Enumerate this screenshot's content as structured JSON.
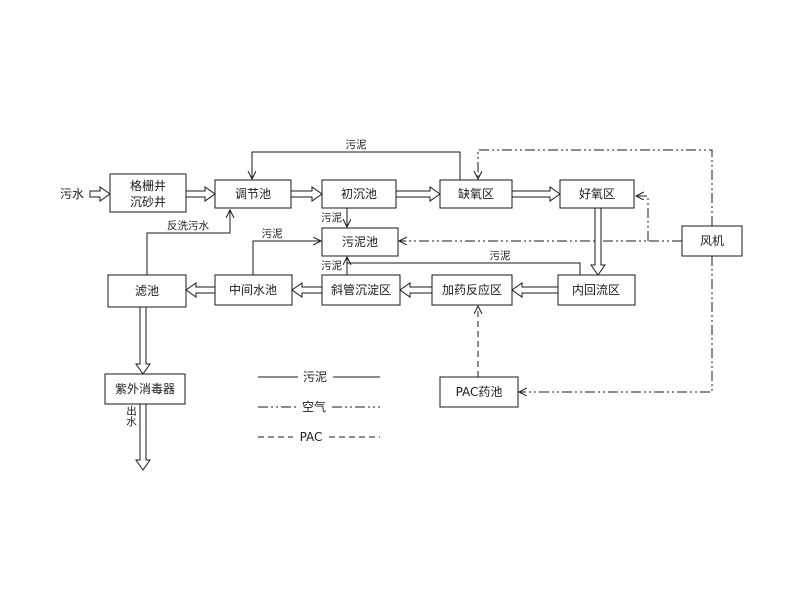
{
  "diagram": {
    "boxes": {
      "grit_well": {
        "line1": "格栅井",
        "line2": "沉砂井"
      },
      "regulating_tank": {
        "label": "调节池"
      },
      "primary_settling_tank": {
        "label": "初沉池"
      },
      "anoxic_zone": {
        "label": "缺氧区"
      },
      "aerobic_zone": {
        "label": "好氧区"
      },
      "fan": {
        "label": "风机"
      },
      "sludge_tank": {
        "label": "污泥池"
      },
      "filter_tank": {
        "label": "滤池"
      },
      "intermediate_tank": {
        "label": "中间水池"
      },
      "inclined_tube_settling_zone": {
        "label": "斜管沉淀区"
      },
      "dosing_reaction_zone": {
        "label": "加药反应区"
      },
      "internal_reflux_zone": {
        "label": "内回流区"
      },
      "uv_disinfector": {
        "label": "紫外消毒器"
      },
      "pac_tank": {
        "label": "PAC药池"
      }
    },
    "flow_labels": {
      "influent": "污水",
      "effluent": "出水",
      "backwash": "反洗污水",
      "sludge_return_top": "污泥",
      "sludge_primary_to_tank": "污泥",
      "sludge_inclined_to_tank": "污泥",
      "sludge_intermediate_to_tank": "污泥",
      "sludge_reflux_to_tank": "污泥"
    },
    "legend": {
      "sludge_label": "污泥",
      "air_label": "空气",
      "pac_label": "PAC"
    },
    "colors": {
      "line": "#1a1a1a",
      "box_fill": "#ffffff",
      "background": "#ffffff"
    }
  }
}
